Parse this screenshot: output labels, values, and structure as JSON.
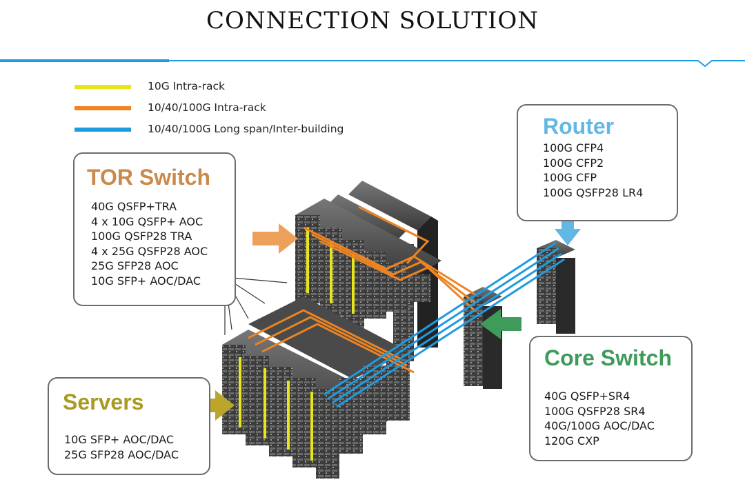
{
  "title": "CONNECTION SOLUTION",
  "colors": {
    "accent_blue": "#1f9be0",
    "yellow": "#e8e51c",
    "orange": "#ee8422",
    "tor_title": "#c98a4b",
    "router_title": "#63b7e3",
    "core_title": "#3f9b5a",
    "servers_title": "#a99a22"
  },
  "legend": [
    {
      "label": "10G Intra-rack",
      "color": "#e8e51c"
    },
    {
      "label": "10/40/100G Intra-rack",
      "color": "#ee8422"
    },
    {
      "label": "10/40/100G Long span/Inter-building",
      "color": "#1f9be0"
    }
  ],
  "tor_switch": {
    "title": "TOR Switch",
    "items": [
      "40G QSFP+TRA",
      "4 x 10G QSFP+ AOC",
      "100G QSFP28 TRA",
      "4 x 25G QSFP28 AOC",
      "25G SFP28 AOC",
      "10G SFP+ AOC/DAC"
    ]
  },
  "router": {
    "title": "Router",
    "items": [
      "100G CFP4",
      "100G CFP2",
      "100G CFP",
      "100G QSFP28 LR4"
    ]
  },
  "core_switch": {
    "title": "Core Switch",
    "items": [
      "40G QSFP+SR4",
      "100G QSFP28 SR4",
      "40G/100G AOC/DAC",
      "120G CXP"
    ]
  },
  "servers": {
    "title": "Servers",
    "items": [
      "10G SFP+ AOC/DAC",
      "25G SFP28 AOC/DAC"
    ]
  }
}
